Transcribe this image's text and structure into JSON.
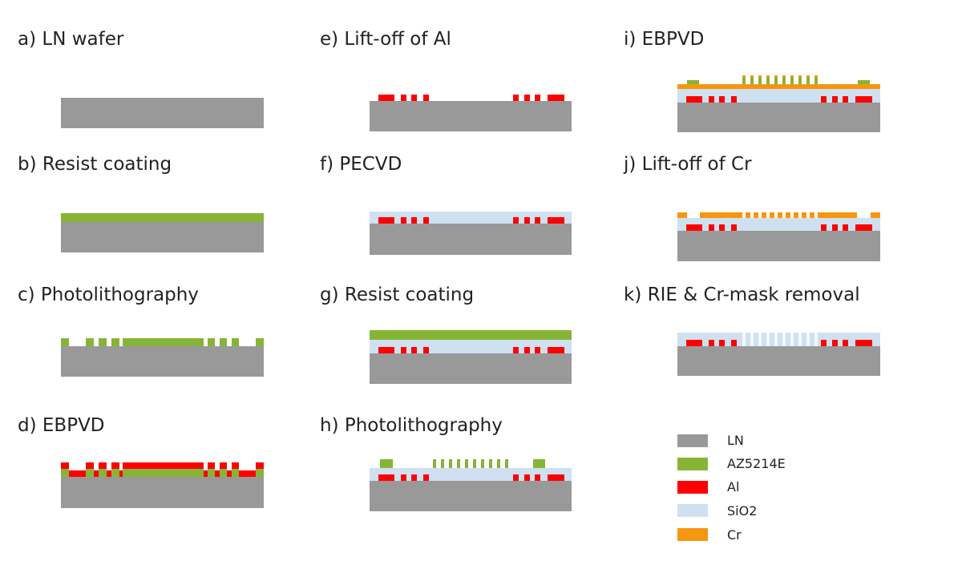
{
  "steps": [
    {
      "id": "a",
      "label": "a) LN wafer"
    },
    {
      "id": "b",
      "label": "b) Resist coating"
    },
    {
      "id": "c",
      "label": "c) Photolithography"
    },
    {
      "id": "d",
      "label": "d) EBPVD"
    },
    {
      "id": "e",
      "label": "e) Lift-off of Al"
    },
    {
      "id": "f",
      "label": "f) PECVD"
    },
    {
      "id": "g",
      "label": "g) Resist coating"
    },
    {
      "id": "h",
      "label": "h) Photolithography"
    },
    {
      "id": "i",
      "label": "i) EBPVD"
    },
    {
      "id": "j",
      "label": "j) Lift-off of Cr"
    },
    {
      "id": "k",
      "label": "k) RIE & Cr-mask removal"
    }
  ],
  "legend": [
    {
      "label": "LN",
      "color": "#999999"
    },
    {
      "label": "AZ5214E",
      "color": "#86b535"
    },
    {
      "label": "Al",
      "color": "#ff0000"
    },
    {
      "label": "SiO2",
      "color": "#cfe0f0"
    },
    {
      "label": "Cr",
      "color": "#f7960f"
    }
  ]
}
